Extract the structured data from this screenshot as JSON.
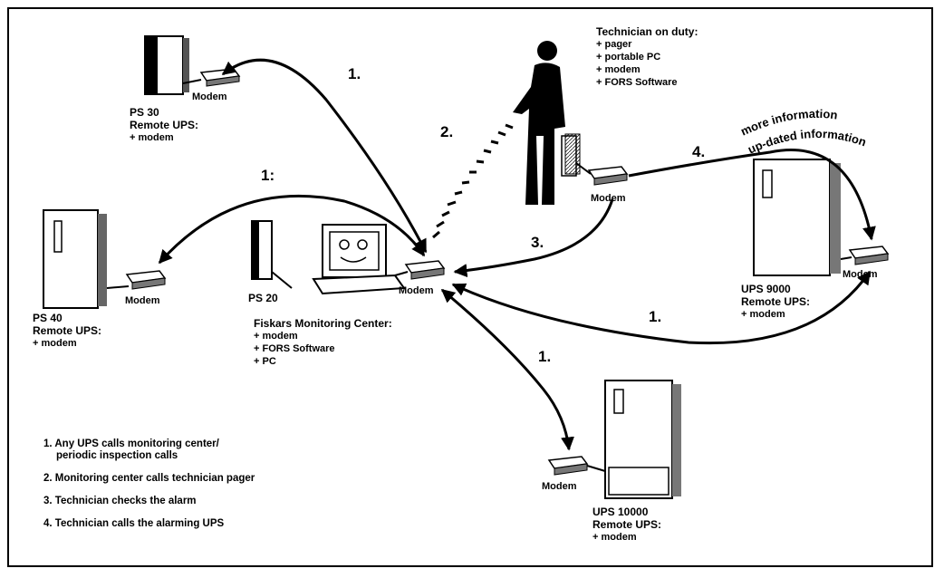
{
  "labels": {
    "modem": "Modem",
    "ps30": {
      "name": "PS 30",
      "role": "Remote UPS:",
      "extra": "+ modem"
    },
    "ps40": {
      "name": "PS 40",
      "role": "Remote UPS:",
      "extra": "+ modem"
    },
    "ps20": {
      "name": "PS 20"
    },
    "ups9000": {
      "name": "UPS 9000",
      "role": "Remote UPS:",
      "extra": "+ modem"
    },
    "ups10000": {
      "name": "UPS 10000",
      "role": "Remote UPS:",
      "extra": "+ modem"
    },
    "center": {
      "title": "Fiskars Monitoring Center:",
      "items": [
        "+ modem",
        "+ FORS Software",
        "+ PC"
      ]
    },
    "technician": {
      "title": "Technician on duty:",
      "items": [
        "+ pager",
        "+ portable PC",
        "+ modem",
        "+ FORS Software"
      ]
    },
    "curve_top": "more information",
    "curve_bottom": "up-dated information"
  },
  "steps": {
    "s1": "1.",
    "s1b": "1:",
    "s2": "2.",
    "s3": "3.",
    "s4": "4."
  },
  "legend": [
    {
      "line1": "1. Any UPS calls monitoring center/",
      "line2": "periodic inspection calls"
    },
    {
      "line1": "2. Monitoring center calls technician pager",
      "line2": ""
    },
    {
      "line1": "3. Technician checks the alarm",
      "line2": ""
    },
    {
      "line1": "4. Technician calls the alarming UPS",
      "line2": ""
    }
  ]
}
